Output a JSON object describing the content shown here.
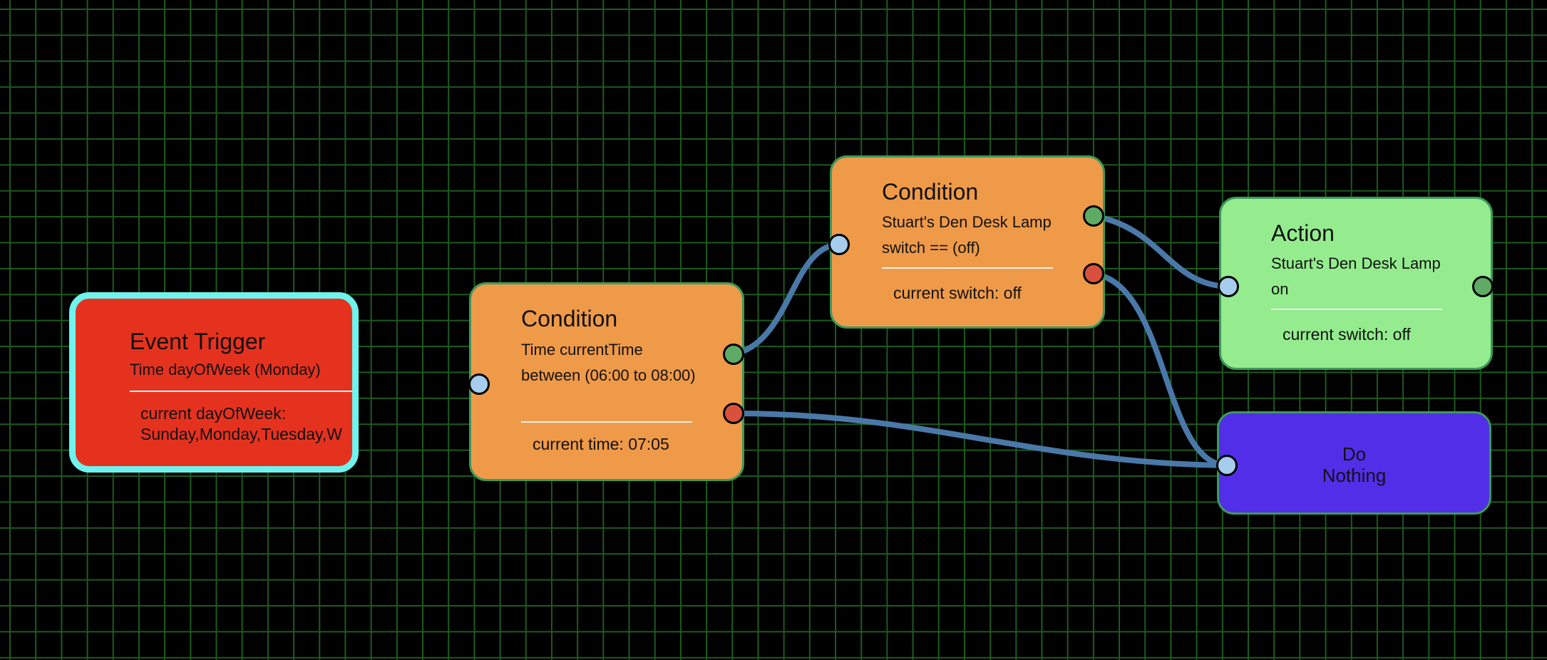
{
  "colors": {
    "canvas": "#000000",
    "grid": "#1f5a1f",
    "connector": "#4a78a8",
    "trigger": "#e5321f",
    "trigger_selected_outline": "#6ef3ed",
    "condition": "#ef9a49",
    "action": "#94ec8e",
    "do_nothing": "#522ee8",
    "port_input": "#a6cdee",
    "port_true": "#5fab66",
    "port_false": "#d9513c"
  },
  "nodes": {
    "trigger": {
      "title": "Event Trigger",
      "description": "Time dayOfWeek (Monday)",
      "status_line1": "current dayOfWeek:",
      "status_line2": "Sunday,Monday,Tuesday,W"
    },
    "condition_time": {
      "title": "Condition",
      "description": "Time currentTime between (06:00 to 08:00)",
      "status": "current time: 07:05"
    },
    "condition_switch": {
      "title": "Condition",
      "description": "Stuart's Den Desk Lamp switch == (off)",
      "status": "current switch: off"
    },
    "action": {
      "title": "Action",
      "description": "Stuart's Den Desk Lamp on",
      "status": "current switch: off"
    },
    "do_nothing": {
      "line1": "Do",
      "line2": "Nothing"
    }
  }
}
